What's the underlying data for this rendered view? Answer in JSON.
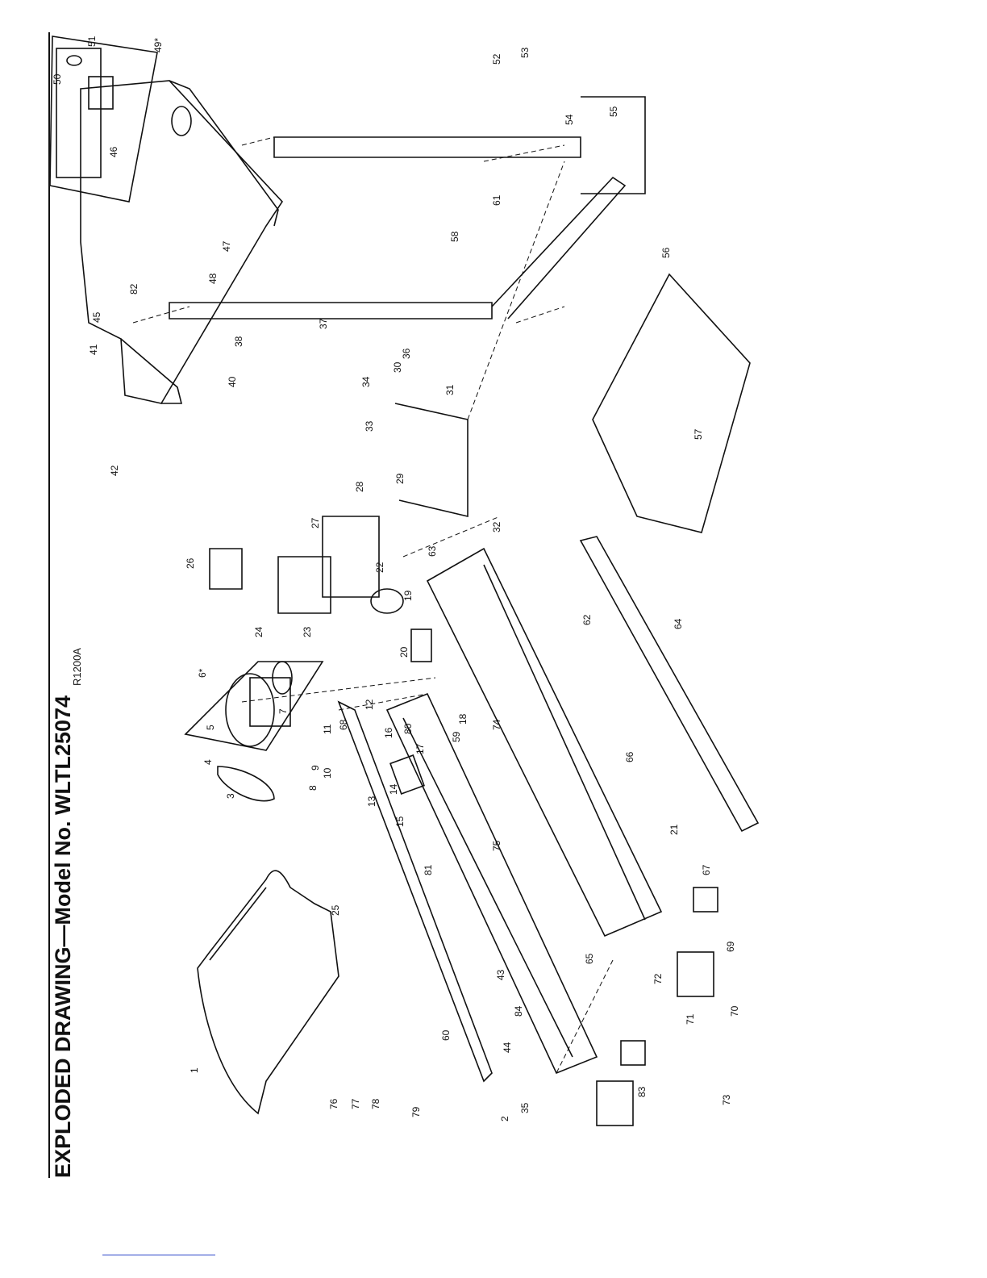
{
  "header": {
    "title": "EXPLODED DRAWING—Model No. WLTL25074",
    "drawing_code": "R1200A"
  },
  "callouts": [
    {
      "id": "c1",
      "label": "1"
    },
    {
      "id": "c2",
      "label": "2"
    },
    {
      "id": "c3",
      "label": "3"
    },
    {
      "id": "c4",
      "label": "4"
    },
    {
      "id": "c5",
      "label": "5"
    },
    {
      "id": "c6",
      "label": "6*"
    },
    {
      "id": "c7",
      "label": "7"
    },
    {
      "id": "c8",
      "label": "8"
    },
    {
      "id": "c9",
      "label": "9"
    },
    {
      "id": "c10",
      "label": "10"
    },
    {
      "id": "c11",
      "label": "11"
    },
    {
      "id": "c12",
      "label": "12"
    },
    {
      "id": "c13",
      "label": "13"
    },
    {
      "id": "c14",
      "label": "14"
    },
    {
      "id": "c15",
      "label": "15"
    },
    {
      "id": "c16",
      "label": "16"
    },
    {
      "id": "c17",
      "label": "17"
    },
    {
      "id": "c18",
      "label": "18"
    },
    {
      "id": "c19",
      "label": "19"
    },
    {
      "id": "c20",
      "label": "20"
    },
    {
      "id": "c21",
      "label": "21"
    },
    {
      "id": "c22",
      "label": "22"
    },
    {
      "id": "c23",
      "label": "23"
    },
    {
      "id": "c24",
      "label": "24"
    },
    {
      "id": "c25",
      "label": "25"
    },
    {
      "id": "c26",
      "label": "26"
    },
    {
      "id": "c27",
      "label": "27"
    },
    {
      "id": "c28",
      "label": "28"
    },
    {
      "id": "c29",
      "label": "29"
    },
    {
      "id": "c30",
      "label": "30"
    },
    {
      "id": "c31",
      "label": "31"
    },
    {
      "id": "c32",
      "label": "32"
    },
    {
      "id": "c33",
      "label": "33"
    },
    {
      "id": "c34",
      "label": "34"
    },
    {
      "id": "c35",
      "label": "35"
    },
    {
      "id": "c36",
      "label": "36"
    },
    {
      "id": "c37",
      "label": "37"
    },
    {
      "id": "c38",
      "label": "38"
    },
    {
      "id": "c40",
      "label": "40"
    },
    {
      "id": "c41",
      "label": "41"
    },
    {
      "id": "c42",
      "label": "42"
    },
    {
      "id": "c43",
      "label": "43"
    },
    {
      "id": "c44",
      "label": "44"
    },
    {
      "id": "c45",
      "label": "45"
    },
    {
      "id": "c46",
      "label": "46"
    },
    {
      "id": "c47",
      "label": "47"
    },
    {
      "id": "c48",
      "label": "48"
    },
    {
      "id": "c49",
      "label": "49*"
    },
    {
      "id": "c50",
      "label": "50"
    },
    {
      "id": "c51",
      "label": "51"
    },
    {
      "id": "c52",
      "label": "52"
    },
    {
      "id": "c53",
      "label": "53"
    },
    {
      "id": "c54",
      "label": "54"
    },
    {
      "id": "c55",
      "label": "55"
    },
    {
      "id": "c56",
      "label": "56"
    },
    {
      "id": "c57",
      "label": "57"
    },
    {
      "id": "c58",
      "label": "58"
    },
    {
      "id": "c59",
      "label": "59"
    },
    {
      "id": "c60",
      "label": "60"
    },
    {
      "id": "c61",
      "label": "61"
    },
    {
      "id": "c62",
      "label": "62"
    },
    {
      "id": "c63",
      "label": "63"
    },
    {
      "id": "c64",
      "label": "64"
    },
    {
      "id": "c65",
      "label": "65"
    },
    {
      "id": "c66",
      "label": "66"
    },
    {
      "id": "c67",
      "label": "67"
    },
    {
      "id": "c68",
      "label": "68"
    },
    {
      "id": "c69",
      "label": "69"
    },
    {
      "id": "c70",
      "label": "70"
    },
    {
      "id": "c71",
      "label": "71"
    },
    {
      "id": "c72",
      "label": "72"
    },
    {
      "id": "c73",
      "label": "73"
    },
    {
      "id": "c74",
      "label": "74"
    },
    {
      "id": "c75",
      "label": "75"
    },
    {
      "id": "c76",
      "label": "76"
    },
    {
      "id": "c77",
      "label": "77"
    },
    {
      "id": "c78",
      "label": "78"
    },
    {
      "id": "c79",
      "label": "79"
    },
    {
      "id": "c80",
      "label": "80"
    },
    {
      "id": "c81",
      "label": "81"
    },
    {
      "id": "c82",
      "label": "82"
    },
    {
      "id": "c83",
      "label": "83"
    },
    {
      "id": "c84",
      "label": "84"
    }
  ]
}
